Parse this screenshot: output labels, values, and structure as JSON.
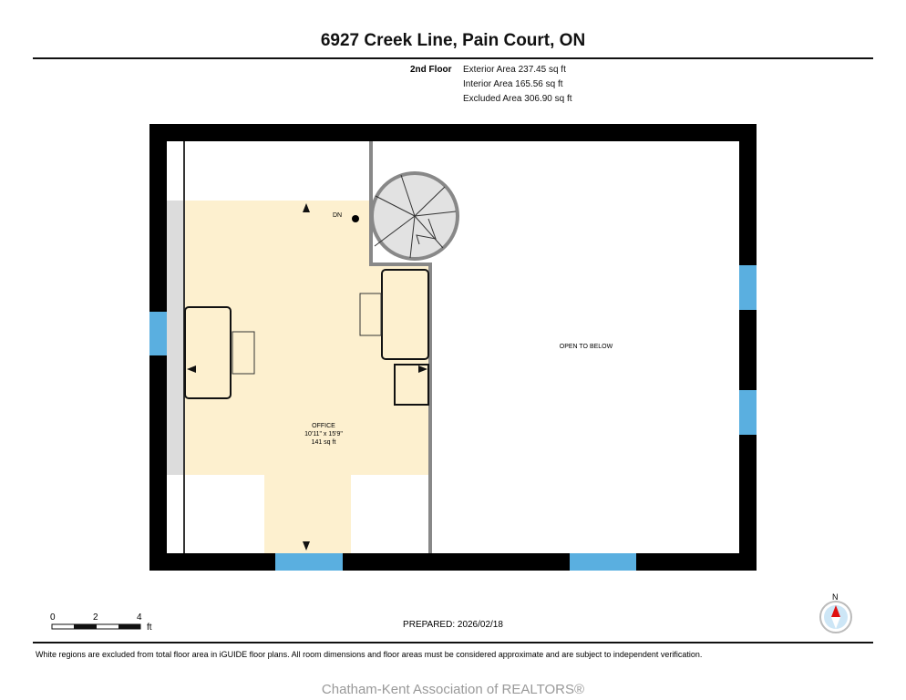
{
  "title": "6927 Creek Line, Pain Court, ON",
  "floor": {
    "name": "2nd Floor",
    "exterior": "Exterior Area 237.45 sq ft",
    "interior": "Interior Area 165.56 sq ft",
    "excluded": "Excluded Area 306.90 sq ft"
  },
  "plan": {
    "dn": "DN",
    "room_name": "OFFICE",
    "room_dims": "10'11\" x 15'9\"",
    "room_area": "141 sq ft",
    "open_label": "OPEN TO BELOW"
  },
  "scale": {
    "t0": "0",
    "t1": "2",
    "t2": "4",
    "unit": "ft"
  },
  "compass": "N",
  "prepared": "PREPARED: 2026/02/18",
  "disclaimer": "White regions are excluded from total floor area in iGUIDE floor plans. All room dimensions and floor areas must be considered approximate and are subject to independent verification.",
  "footer": "Chatham-Kent Association of REALTORS®",
  "colors": {
    "wall": "#000000",
    "office": "#fdf0cf",
    "window": "#5aafe0",
    "excluded": "#dcdcdc"
  }
}
